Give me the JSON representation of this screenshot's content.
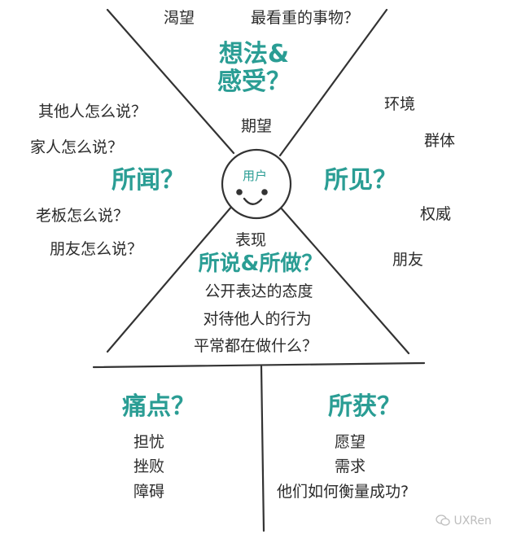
{
  "center": {
    "label": "用户"
  },
  "top": {
    "heading_line1": "想法&",
    "heading_line2": "感受？",
    "items": [
      "渴望",
      "最看重的事物？",
      "期望"
    ]
  },
  "left": {
    "heading": "所闻？",
    "items": [
      "其他人怎么说？",
      "家人怎么说？",
      "老板怎么说？",
      "朋友怎么说？"
    ]
  },
  "right": {
    "heading": "所见？",
    "items": [
      "环境",
      "群体",
      "权威",
      "朋友"
    ]
  },
  "bottom_triangle": {
    "heading": "所说&所做？",
    "items": [
      "表现",
      "公开表达的态度",
      "对待他人的行为",
      "平常都在做什么？"
    ]
  },
  "pain": {
    "heading": "痛点？",
    "items": [
      "担忧",
      "挫败",
      "障碍"
    ]
  },
  "gain": {
    "heading": "所获？",
    "items": [
      "愿望",
      "需求",
      "他们如何衡量成功?"
    ]
  },
  "watermark": {
    "text": "UXRen"
  },
  "colors": {
    "accent": "#2a9d94",
    "text": "#2b2b2b",
    "line": "#333333"
  }
}
